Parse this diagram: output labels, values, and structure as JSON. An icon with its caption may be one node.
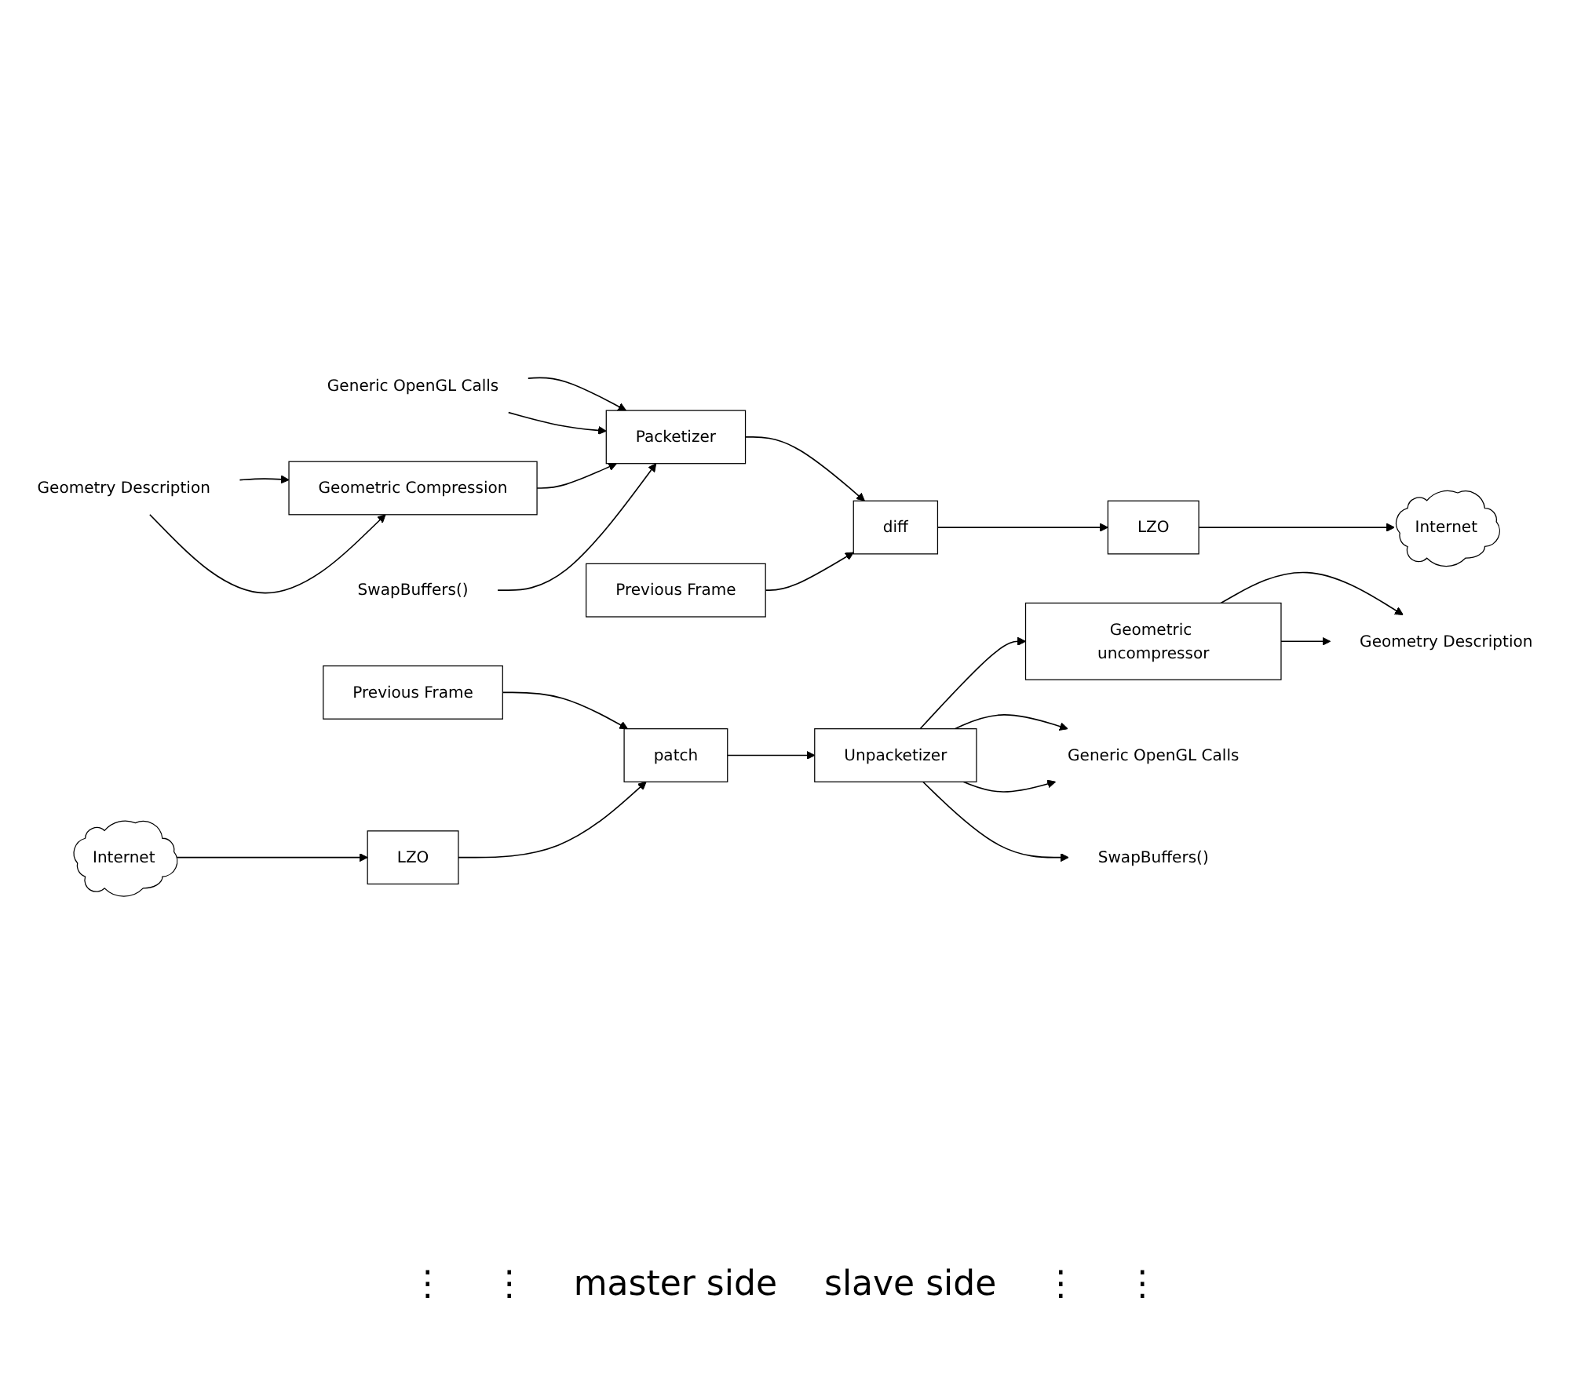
{
  "diagram": {
    "nodes": [
      {
        "text": [
          "Generic OpenGL Calls"
        ]
      },
      {
        "text": [
          "Geometry Description"
        ]
      },
      {
        "text": [
          "Geometric Compression"
        ]
      },
      {
        "text": [
          "SwapBuffers()"
        ]
      },
      {
        "text": [
          "Packetizer"
        ]
      },
      {
        "text": [
          "Previous Frame"
        ]
      },
      {
        "text": [
          "diff"
        ]
      },
      {
        "text": [
          "LZO"
        ]
      },
      {
        "text": [
          "Internet"
        ]
      },
      {
        "text": [
          "Previous Frame"
        ]
      },
      {
        "text": [
          "Internet"
        ]
      },
      {
        "text": [
          "patch"
        ]
      },
      {
        "text": [
          "LZO"
        ]
      },
      {
        "text": [
          "Unpacketizer"
        ]
      },
      {
        "text": [
          "Geometric uncompressor"
        ]
      },
      {
        "text": [
          "Generic OpenGL Calls"
        ]
      },
      {
        "text": [
          "Geometry Description"
        ]
      },
      {
        "text": [
          "SwapBuffers()"
        ]
      }
    ],
    "edges": [
      {
        "from": 0,
        "to": 4,
        "arrow": "to"
      },
      {
        "from": 0,
        "to": 4,
        "arrow": "to"
      },
      {
        "from": 1,
        "to": 2,
        "arrow": "to"
      },
      {
        "from": 1,
        "to": 2,
        "arrow": "to"
      },
      {
        "from": 2,
        "to": 4,
        "arrow": "to"
      },
      {
        "from": 3,
        "to": 4,
        "arrow": "to"
      },
      {
        "from": 4,
        "to": 6,
        "arrow": "to"
      },
      {
        "from": 5,
        "to": 6,
        "arrow": "to"
      },
      {
        "from": 6,
        "to": 7,
        "arrow": "to"
      },
      {
        "from": 7,
        "to": 8,
        "arrow": "to"
      },
      {
        "from": 9,
        "to": 11,
        "arrow": "to"
      },
      {
        "from": 10,
        "to": 12,
        "arrow": "to"
      },
      {
        "from": 12,
        "to": 11,
        "arrow": "to"
      },
      {
        "from": 11,
        "to": 13,
        "arrow": "to"
      },
      {
        "from": 13,
        "to": 15,
        "arrow": "to"
      },
      {
        "from": 13,
        "to": 15,
        "arrow": "to"
      },
      {
        "from": 13,
        "to": 14,
        "arrow": "to"
      },
      {
        "from": 14,
        "to": 16,
        "arrow": "to"
      },
      {
        "from": 14,
        "to": 16,
        "arrow": "to"
      },
      {
        "from": 13,
        "to": 17,
        "arrow": "to"
      }
    ],
    "labels": [
      "⋮",
      "⋮",
      "master side",
      "slave side",
      "⋮",
      "⋮"
    ]
  }
}
